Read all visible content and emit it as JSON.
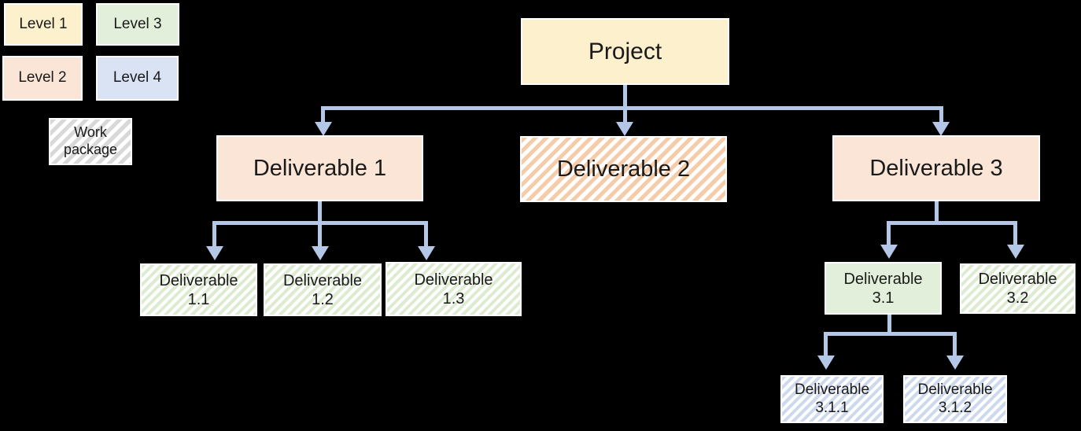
{
  "diagram": {
    "type": "work-breakdown-structure",
    "legend": {
      "items": [
        {
          "id": "level-1",
          "label": "Level 1",
          "fill": "#FDF0CC"
        },
        {
          "id": "level-3",
          "label": "Level 3",
          "fill": "#E2EFDA"
        },
        {
          "id": "level-2",
          "label": "Level 2",
          "fill": "#FBE5D6"
        },
        {
          "id": "level-4",
          "label": "Level 4",
          "fill": "#DAE3F3"
        },
        {
          "id": "work-package",
          "label": "Work package",
          "fill": "gray-hatch"
        }
      ]
    },
    "nodes": {
      "project": {
        "title": "Project",
        "level": 1,
        "work_package": false
      },
      "d1": {
        "title": "Deliverable 1",
        "level": 2,
        "work_package": false
      },
      "d2": {
        "title": "Deliverable 2",
        "level": 2,
        "work_package": true
      },
      "d3": {
        "title": "Deliverable 3",
        "level": 2,
        "work_package": false
      },
      "d1_1": {
        "title": "Deliverable",
        "subtitle": "1.1",
        "level": 3,
        "work_package": true
      },
      "d1_2": {
        "title": "Deliverable",
        "subtitle": "1.2",
        "level": 3,
        "work_package": true
      },
      "d1_3": {
        "title": "Deliverable",
        "subtitle": "1.3",
        "level": 3,
        "work_package": true
      },
      "d3_1": {
        "title": "Deliverable",
        "subtitle": "3.1",
        "level": 3,
        "work_package": false
      },
      "d3_2": {
        "title": "Deliverable",
        "subtitle": "3.2",
        "level": 3,
        "work_package": true
      },
      "d3_1_1": {
        "title": "Deliverable",
        "subtitle": "3.1.1",
        "level": 4,
        "work_package": true
      },
      "d3_1_2": {
        "title": "Deliverable",
        "subtitle": "3.1.2",
        "level": 4,
        "work_package": true
      }
    },
    "colors": {
      "level1_fill": "#FDF0CC",
      "level2_fill": "#FBE5D6",
      "level3_fill": "#E2EFDA",
      "level4_fill": "#DAE3F3",
      "level2_hatch": "#F5CBA8",
      "level3_hatch": "#DDEBD1",
      "level4_hatch": "#CDD9ED",
      "work_package_hatch": "#D8D8D8",
      "connector": "#B4C7E7",
      "box_border": "#FFFFFF",
      "text": "#1A1A1A",
      "background": "#000000"
    }
  }
}
